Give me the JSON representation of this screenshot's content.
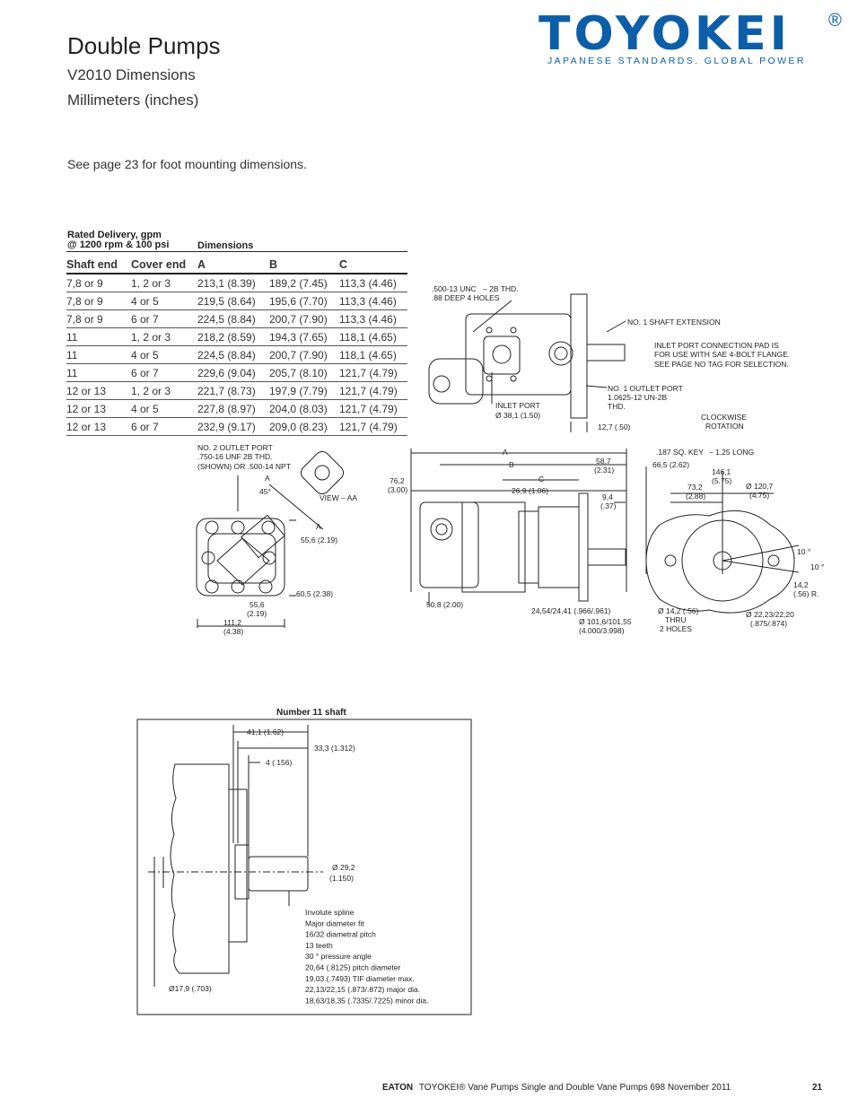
{
  "page": {
    "title": "Double Pumps",
    "subtitle1": "V2010 Dimensions",
    "subtitle2": "Millimeters (inches)",
    "note": "See page 23 for foot mounting dimensions."
  },
  "logo": {
    "name": "TOYOKEI",
    "reg": "®",
    "tagline": "Japanese Standards. Global Power"
  },
  "table": {
    "header_top_left_1": "Rated Delivery, gpm",
    "header_top_left_2": "@ 1200 rpm & 100 psi",
    "header_top_right": "Dimensions",
    "columns": [
      "Shaft end",
      "Cover end",
      "A",
      "B",
      "C"
    ],
    "rows": [
      [
        "7,8 or 9",
        "1, 2 or 3",
        "213,1 (8.39)",
        "189,2 (7.45)",
        "113,3 (4.46)"
      ],
      [
        "7,8 or 9",
        "4 or 5",
        "219,5 (8.64)",
        "195,6 (7.70)",
        "113,3 (4.46)"
      ],
      [
        "7,8 or 9",
        "6 or 7",
        "224,5 (8.84)",
        "200,7 (7.90)",
        "113,3 (4.46)"
      ],
      [
        "11",
        "1, 2 or 3",
        "218,2 (8.59)",
        "194,3 (7.65)",
        "118,1 (4.65)"
      ],
      [
        "11",
        "4 or 5",
        "224,5 (8.84)",
        "200,7 (7.90)",
        "118,1 (4.65)"
      ],
      [
        "11",
        "6 or 7",
        "229,6 (9.04)",
        "205,7 (8.10)",
        "121,7 (4.79)"
      ],
      [
        "12 or 13",
        "1, 2 or 3",
        "221,7 (8.73)",
        "197,9 (7.79)",
        "121,7 (4.79)"
      ],
      [
        "12 or 13",
        "4 or 5",
        "227,8 (8.97)",
        "204,0 (8.03)",
        "121,7 (4.79)"
      ],
      [
        "12 or 13",
        "6 or 7",
        "232,9 (9.17)",
        "209,0 (8.23)",
        "121,7 (4.79)"
      ]
    ]
  },
  "drawing_top": {
    "unc": ".500-13 UNC",
    "thd": "– 2B THD.",
    "deep": ".88 DEEP 4 HOLES",
    "shaft_ext": "NO. 1 SHAFT EXTENSION",
    "inlet_pad_1": "INLET PORT CONNECTION PAD IS",
    "inlet_pad_2": "FOR USE WITH SAE 4-BOLT FLANGE.",
    "inlet_pad_3": "SEE PAGE NO TAG FOR SELECTION.",
    "outlet_1": "NO. 1 OUTLET PORT",
    "outlet_2": "1.0625-12 UN-2B",
    "outlet_3": "THD.",
    "inlet_1": "INLET PORT",
    "inlet_2": "Ø 38,1 (1.50)",
    "dim_127": "12,7 (.50)",
    "rot_1": "CLOCKWISE",
    "rot_2": "ROTATION"
  },
  "drawing_left": {
    "p2_1": "NO. 2 OUTLET PORT",
    "p2_2": ".750-16 UNF 2B THD.",
    "p2_3": "(SHOWN) OR .500-14 NPT",
    "a": "A",
    "deg45": "45°",
    "view": "VIEW – AA",
    "d556": "55,6 (2.19)",
    "d605": "60,5 (2.38)",
    "d556b_1": "55,6",
    "d556b_2": "(2.19)",
    "d1112_1": "111,2",
    "d1112_2": "(4.38)"
  },
  "drawing_side": {
    "A": "A",
    "B": "B",
    "C": "C",
    "d762_1": "76,2",
    "d762_2": "(3.00)",
    "d587_1": "58,7",
    "d587_2": "(2.31)",
    "d269": "26,9 (1.06)",
    "d94_1": "9,4",
    "d94_2": "(.37)",
    "d508": "50,8 (2.00)",
    "d2454": "24,54/24,41 (.966/.961)",
    "d1016_1": "Ø 101,6/101,55",
    "d1016_2": "(4.000/3.998)",
    "key": ".187 SQ. KEY",
    "long": "– 1.25 LONG"
  },
  "drawing_end": {
    "d665": "66,5 (2.62)",
    "d1461_1": "146,1",
    "d1461_2": "(5.75)",
    "d732_1": "73,2",
    "d732_2": "(2.88)",
    "d1207_1": "Ø 120,7",
    "d1207_2": "(4.75)",
    "deg10a": "10 °",
    "deg10b": "10 °",
    "r142_1": "14,2",
    "r142_2": "(.56) R.",
    "h142_1": "Ø 14,2 (.56)",
    "h142_2": "THRU",
    "h142_3": "2 HOLES",
    "d2223_1": "Ø 22,23/22,20",
    "d2223_2": "(.875/.874)"
  },
  "shaft": {
    "caption": "Number 11 shaft",
    "d411": "41,1 (1.62)",
    "d333": "33,3 (1.312)",
    "d4": "4 (.156)",
    "d292_1": "Ø 29,2",
    "d292_2": "(1.150)",
    "d179": "Ø17,9 (.703)",
    "spline": [
      "Involute spline",
      "Major diameter fit",
      "16/32 diametral pitch",
      "13 teeth",
      "30 ° pressure angle",
      "20,64 (.8125) pitch diameter",
      "19,03 (.7493) TIF diameter max.",
      "22,13/22,15 (.873/.872) major dia.",
      "18,63/18,35 (.7335/.7225) minor dia."
    ]
  },
  "footer": {
    "brand": "EATON",
    "text": "TOYOKEI® Vane Pumps Single and Double Vane Pumps  698  November 2011",
    "page": "21"
  }
}
